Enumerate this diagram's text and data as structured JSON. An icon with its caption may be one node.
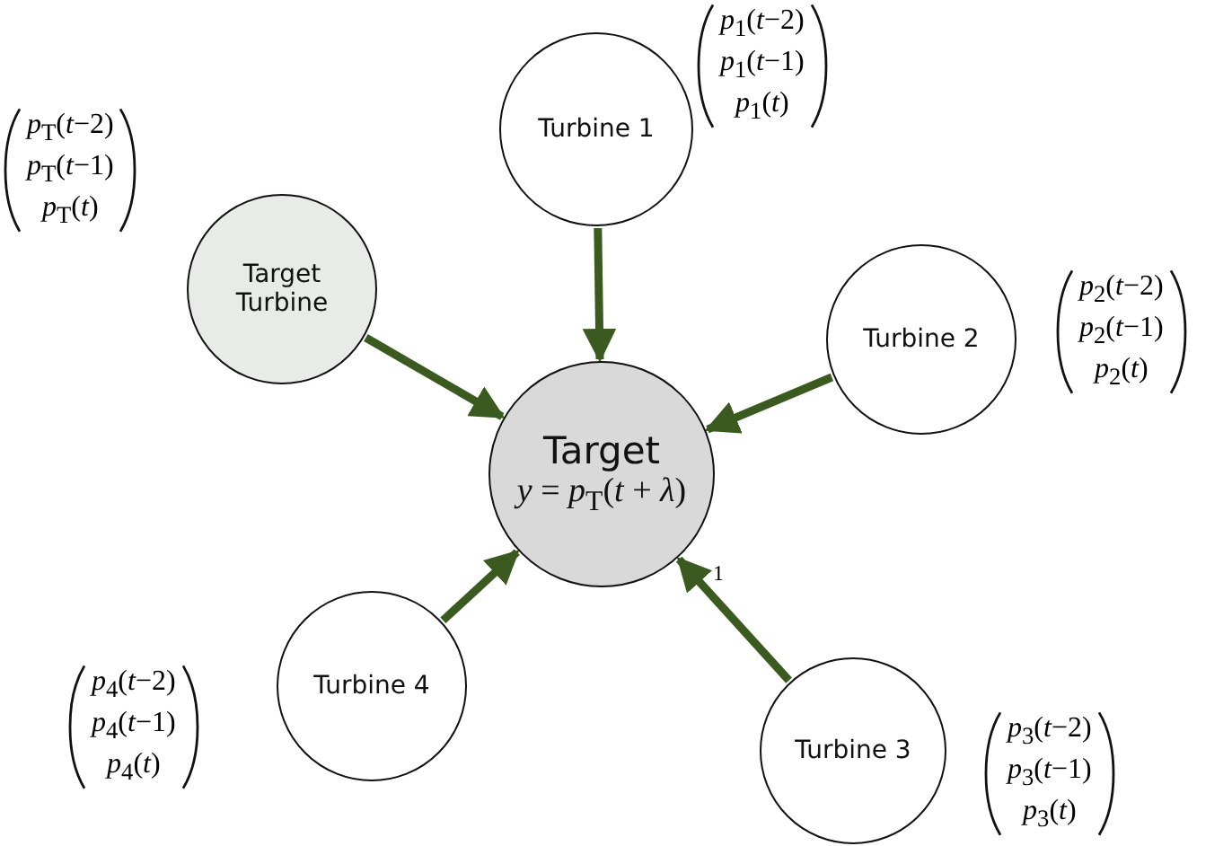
{
  "diagram": {
    "nodes": [
      {
        "text": [
          "Turbine 1"
        ],
        "beside": [
          "*p*$_{1}$(*t*−2)",
          "*p*$_{1}$(*t*−1)",
          "*p*$_{1}$(*t*)"
        ]
      },
      {
        "text": [
          "Target Turbine"
        ],
        "beside": [
          "*p*$_{T}$(*t*−2)",
          "*p*$_{T}$(*t*−1)",
          "*p*$_{T}$(*t*)"
        ]
      },
      {
        "text": [
          "Turbine 2"
        ],
        "beside": [
          "*p*$_{2}$(*t*−2)",
          "*p*$_{2}$(*t*−1)",
          "*p*$_{2}$(*t*)"
        ]
      },
      {
        "text": [
          "Target",
          "*y* = *p*$_{T}$(*t* + *λ*)"
        ]
      },
      {
        "text": [
          "Turbine 4"
        ],
        "beside": [
          "*p*$_{4}$(*t*−2)",
          "*p*$_{4}$(*t*−1)",
          "*p*$_{4}$(*t*)"
        ]
      },
      {
        "text": [
          "Turbine 3"
        ],
        "beside": [
          "*p*$_{3}$(*t*−2)",
          "*p*$_{3}$(*t*−1)",
          "*p*$_{3}$(*t*)"
        ]
      }
    ],
    "edges": [
      {
        "from": 0,
        "to": 3,
        "arrow": "to"
      },
      {
        "from": 1,
        "to": 3,
        "arrow": "to"
      },
      {
        "from": 2,
        "to": 3,
        "arrow": "to"
      },
      {
        "from": 4,
        "to": 3,
        "arrow": "to"
      },
      {
        "from": 5,
        "to": 3,
        "arrow": "to"
      }
    ],
    "labels": [
      "1"
    ]
  }
}
